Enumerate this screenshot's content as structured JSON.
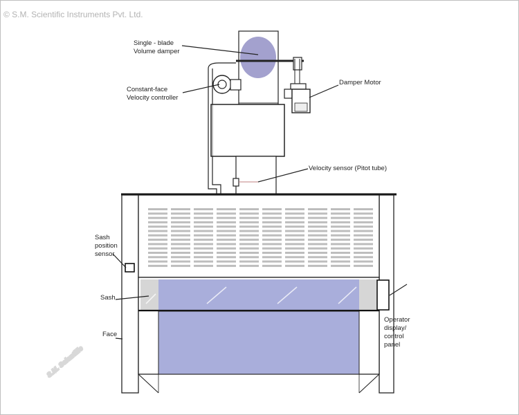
{
  "copyright": "© S.M. Scientific Instruments Pvt. Ltd.",
  "watermark": "S.M. Scientific",
  "labels": {
    "damper_1": "Single - blade",
    "damper_2": "Volume damper",
    "controller_1": "Constant-face",
    "controller_2": "Velocity controller",
    "damper_motor": "Damper Motor",
    "velocity_sensor": "Velocity  sensor (Pitot tube)",
    "sash_sensor_1": "Sash",
    "sash_sensor_2": "position",
    "sash_sensor_3": "sensor",
    "sash": "Sash",
    "face": "Face",
    "operator_1": "Operator",
    "operator_2": "display/",
    "operator_3": "control",
    "operator_4": "panel"
  },
  "colors": {
    "sash_glass": "#a9aedb",
    "damper_disk": "#a3a1ce",
    "outline": "#222222",
    "watermark": "#d2d2d2"
  }
}
